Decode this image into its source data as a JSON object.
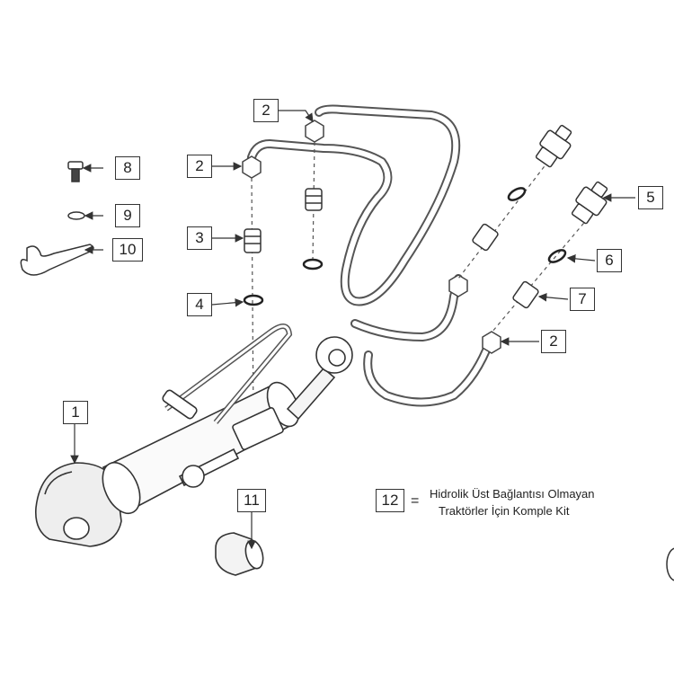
{
  "callouts": {
    "c1": "1",
    "c2a": "2",
    "c2b": "2",
    "c2c": "2",
    "c3": "3",
    "c4": "4",
    "c5": "5",
    "c6": "6",
    "c7": "7",
    "c8": "8",
    "c9": "9",
    "c10": "10",
    "c11": "11",
    "c12": "12"
  },
  "kit_note": {
    "equals": "=",
    "line1": "Hidrolik Üst Bağlantısı Olmayan",
    "line2": "Traktörler İçin Komple Kit"
  }
}
